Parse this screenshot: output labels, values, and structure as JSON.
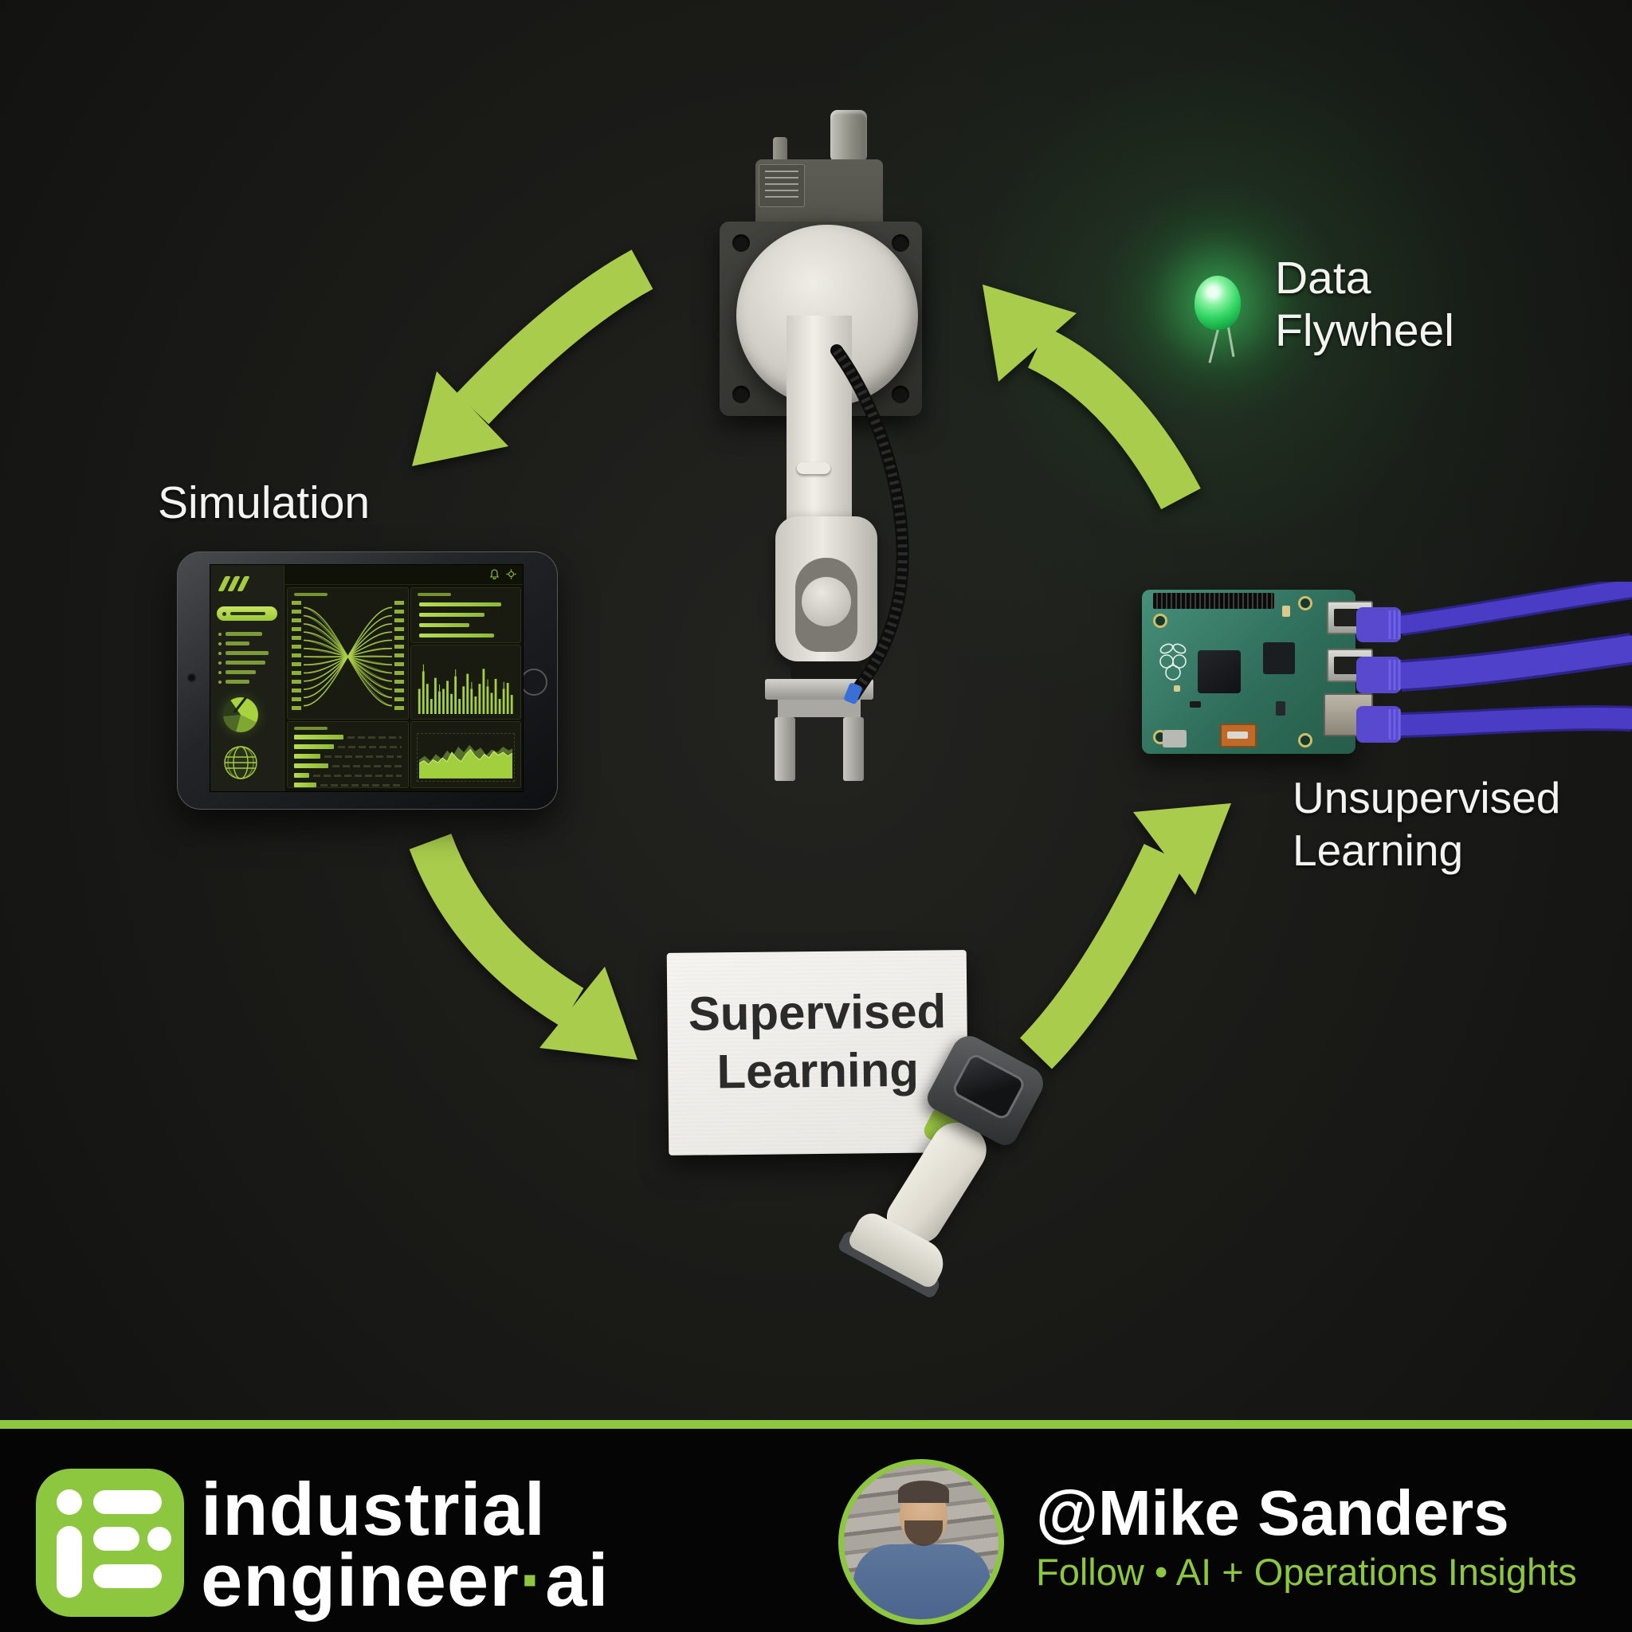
{
  "colors": {
    "accent": "#8dc63f",
    "arrow": "#a9cc4d",
    "screen_green": "#a3cc3f",
    "led": "#3fdc6a",
    "cable_purple": "#5143c9",
    "pcb_teal": "#36795f",
    "background": "#1a1a17"
  },
  "cycle": {
    "labels": {
      "data_flywheel": {
        "line1": "Data",
        "line2": "Flywheel"
      },
      "simulation": "Simulation",
      "unsupervised": {
        "line1": "Unsupervised",
        "line2": "Learning"
      },
      "supervised_card": {
        "line1": "Supervised",
        "line2": "Learning"
      }
    }
  },
  "tablet": {
    "sidebar": {
      "menu_bar_widths": [
        46,
        30,
        54,
        50,
        38,
        30
      ]
    },
    "panels": {
      "list_bar_widths": [
        88,
        70,
        54,
        80,
        36,
        64,
        86
      ],
      "histogram": [
        0.5,
        0.85,
        0.6,
        0.3,
        0.72,
        0.45,
        0.5,
        0.66,
        0.4,
        0.75,
        0.3,
        0.55,
        0.8,
        0.5,
        0.35,
        0.6,
        0.9,
        0.55,
        0.42,
        0.7,
        0.3,
        0.5,
        0.62,
        0.38
      ],
      "hbar_widths": [
        84,
        68,
        44,
        58,
        26,
        38,
        20
      ],
      "braid_lines": 12,
      "area_front": [
        [
          0,
          30
        ],
        [
          5,
          27
        ],
        [
          10,
          31
        ],
        [
          15,
          26
        ],
        [
          20,
          29
        ],
        [
          25,
          24
        ],
        [
          30,
          28
        ],
        [
          35,
          18
        ],
        [
          40,
          24
        ],
        [
          45,
          28
        ],
        [
          50,
          20
        ],
        [
          55,
          15
        ],
        [
          60,
          22
        ],
        [
          65,
          26
        ],
        [
          70,
          20
        ],
        [
          75,
          24
        ],
        [
          80,
          17
        ],
        [
          85,
          21
        ],
        [
          90,
          18
        ],
        [
          95,
          22
        ],
        [
          100,
          19
        ]
      ],
      "area_back": [
        [
          0,
          26
        ],
        [
          6,
          22
        ],
        [
          12,
          27
        ],
        [
          18,
          20
        ],
        [
          24,
          25
        ],
        [
          30,
          16
        ],
        [
          36,
          22
        ],
        [
          42,
          12
        ],
        [
          48,
          18
        ],
        [
          54,
          10
        ],
        [
          60,
          17
        ],
        [
          66,
          13
        ],
        [
          72,
          21
        ],
        [
          78,
          15
        ],
        [
          84,
          18
        ],
        [
          90,
          12
        ],
        [
          96,
          16
        ],
        [
          100,
          14
        ]
      ]
    }
  },
  "footer": {
    "brand": {
      "line1": "industrial",
      "line2_a": "engineer",
      "dot": "·",
      "line2_b": "ai"
    },
    "handle": "@Mike Sanders",
    "tagline": "Follow • AI + Operations Insights"
  }
}
